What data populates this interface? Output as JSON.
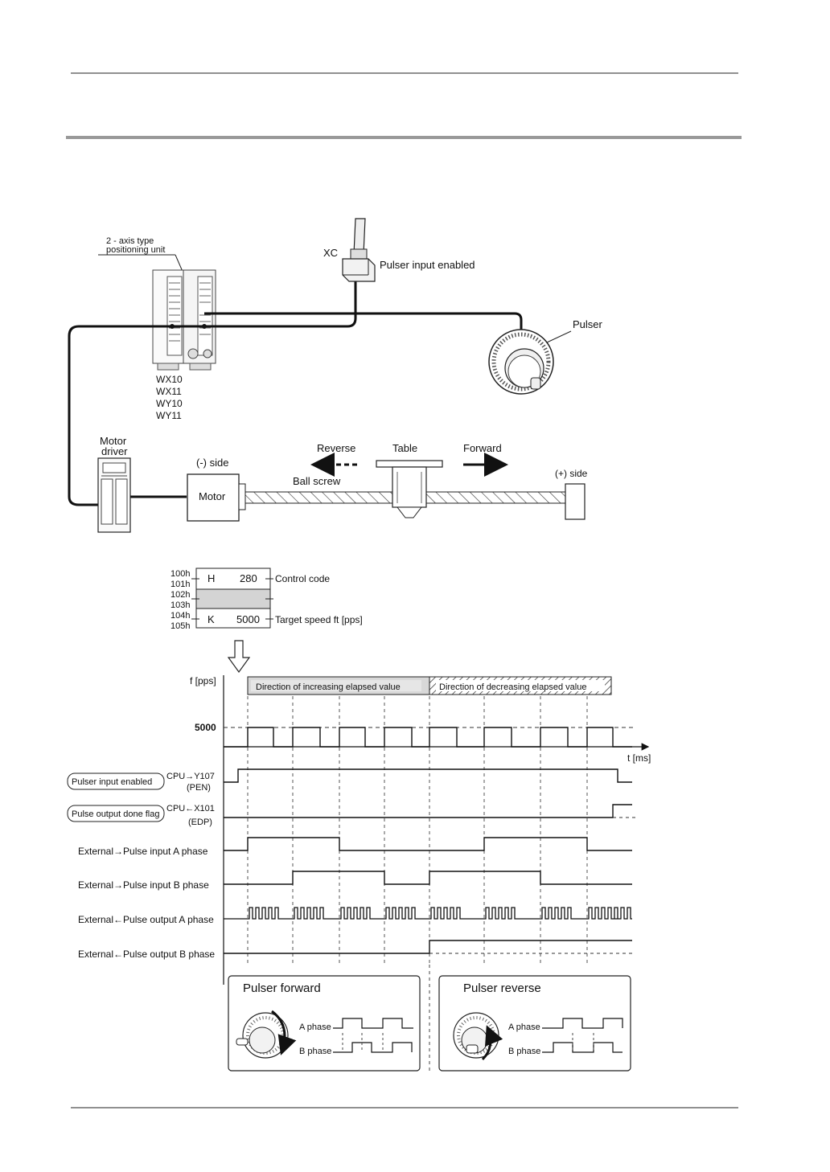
{
  "unit": {
    "label_line1": "2 - axis type",
    "label_line2": "positioning unit",
    "registers": [
      "WX10",
      "WX11",
      "WY10",
      "WY11"
    ]
  },
  "switch": {
    "name": "XC",
    "label": "Pulser input enabled"
  },
  "pulser": {
    "label": "Pulser"
  },
  "motor_driver": {
    "line1": "Motor",
    "line2": "driver"
  },
  "motor": {
    "label": "Motor"
  },
  "mechanism": {
    "minus_side": "(-) side",
    "plus_side": "(+) side",
    "reverse": "Reverse",
    "forward": "Forward",
    "table": "Table",
    "ball_screw": "Ball screw"
  },
  "memory": {
    "rows": [
      {
        "addr1": "100h",
        "addr2": "101h",
        "prefix": "H",
        "value": "280",
        "desc": "Control code"
      },
      {
        "addr1": "102h",
        "addr2": "103h",
        "prefix": "",
        "value": "",
        "desc": ""
      },
      {
        "addr1": "104h",
        "addr2": "105h",
        "prefix": "K",
        "value": "5000",
        "desc": "Target speed ft [pps]"
      }
    ]
  },
  "timing": {
    "f_axis": "f [pps]",
    "t_axis": "t [ms]",
    "level": "5000",
    "dir_increasing": "Direction of increasing elapsed value",
    "dir_decreasing": "Direction of decreasing elapsed value",
    "signals": [
      {
        "badge": "Pulser input enabled",
        "line1": "CPU→Y107",
        "line2": "(PEN)"
      },
      {
        "badge": "Pulse output done flag",
        "line1": "CPU←X101",
        "line2": "(EDP)"
      },
      {
        "label": "External→Pulse  input A phase"
      },
      {
        "label": "External→Pulse  input B phase"
      },
      {
        "label": "External←Pulse  output A phase"
      },
      {
        "label": "External←Pulse  output B phase"
      }
    ]
  },
  "pulser_forward": {
    "title": "Pulser forward",
    "a_phase": "A phase",
    "b_phase": "B phase"
  },
  "pulser_reverse": {
    "title": "Pulser reverse",
    "a_phase": "A phase",
    "b_phase": "B phase"
  }
}
